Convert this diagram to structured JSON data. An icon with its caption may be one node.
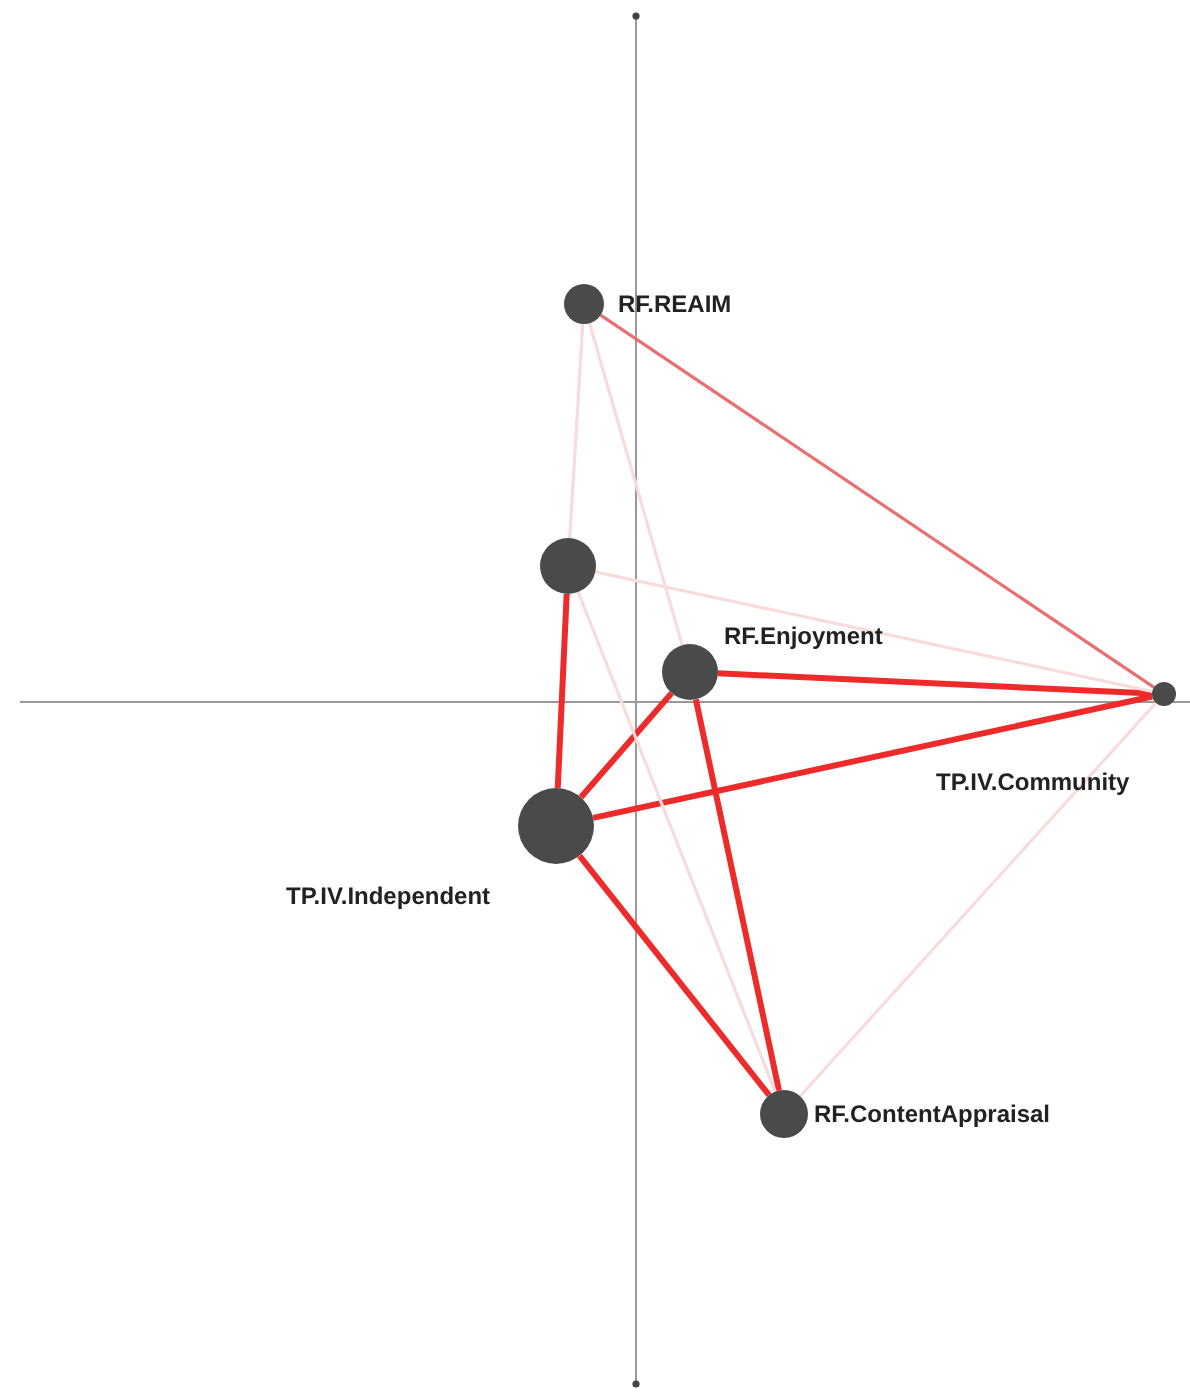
{
  "diagram": {
    "nodes": [
      {
        "text": [
          "RF.REAIM"
        ]
      },
      {
        "text": [],
        "shape": "circle"
      },
      {
        "text": [
          "RF.Enjoyment"
        ]
      },
      {
        "text": [
          "TP.IV.Community"
        ]
      },
      {
        "text": [
          "TP.IV.Independent"
        ]
      },
      {
        "text": [
          "RF.ContentAppraisal"
        ]
      }
    ],
    "edges": [
      {
        "from": 0,
        "to": 3,
        "arrow": "none",
        "color": "#e87070"
      },
      {
        "from": 1,
        "to": 4,
        "arrow": "none"
      },
      {
        "from": 2,
        "to": 3,
        "arrow": "none"
      },
      {
        "from": 2,
        "to": 4,
        "arrow": "none"
      },
      {
        "from": 4,
        "to": 3,
        "arrow": "none"
      },
      {
        "from": 2,
        "to": 5,
        "arrow": "none"
      },
      {
        "from": 4,
        "to": 5,
        "arrow": "none"
      },
      {
        "from": 0,
        "to": 1,
        "arrow": "none",
        "color": "#f8dcdc"
      },
      {
        "from": 0,
        "to": 2,
        "arrow": "none",
        "color": "#f8dcdc"
      },
      {
        "from": 1,
        "to": 3,
        "arrow": "none",
        "color": "#f8dcdc"
      },
      {
        "from": 1,
        "to": 5,
        "arrow": "none",
        "color": "#f8dcdc"
      },
      {
        "from": 3,
        "to": 5,
        "arrow": "none",
        "color": "#f8dcdc"
      }
    ]
  }
}
